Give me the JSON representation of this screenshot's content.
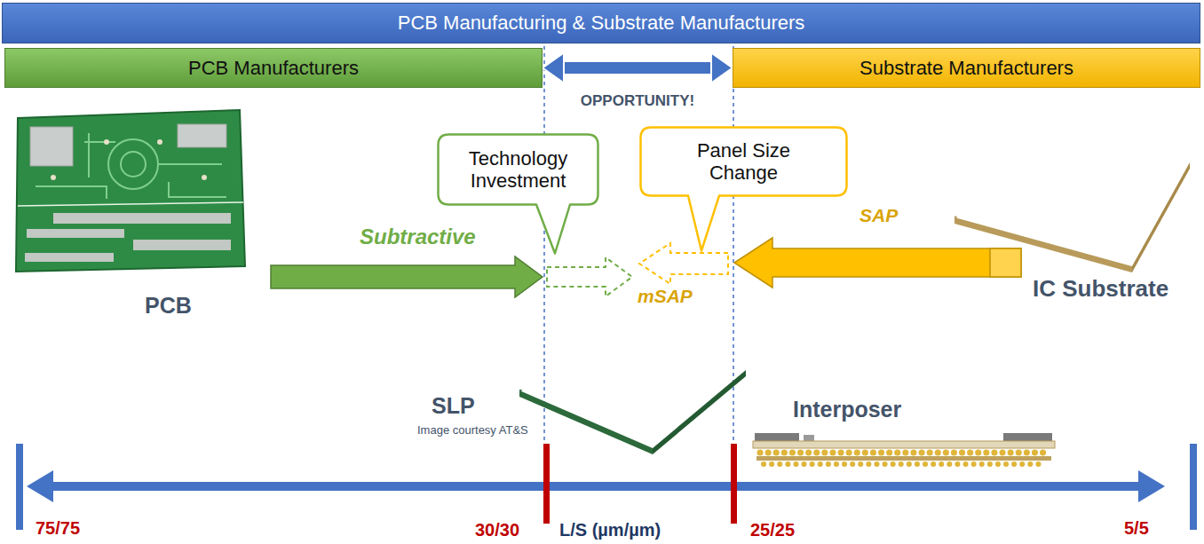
{
  "diagram": {
    "nodes": [
      {
        "text": [
          "PCB Manufacturing & Substrate Manufacturers"
        ]
      },
      {
        "text": [
          "PCB Manufacturers"
        ]
      },
      {
        "text": [
          "Substrate Manufacturers"
        ]
      },
      {
        "text": [
          "Technology Investment"
        ]
      },
      {
        "text": [
          "Panel Size Change"
        ]
      }
    ],
    "edges": [
      {
        "from": 1,
        "to": 2,
        "arrow": "both",
        "label": "OPPORTUNITY!"
      }
    ],
    "labels": [
      "Subtractive",
      "mSAP",
      "SAP",
      "PCB",
      "IC Substrate",
      "SLP",
      "Image courtesy AT&S",
      "Interposer",
      "75/75",
      "30/30",
      "L/S (µm/µm)",
      "25/25",
      "5/5"
    ]
  }
}
